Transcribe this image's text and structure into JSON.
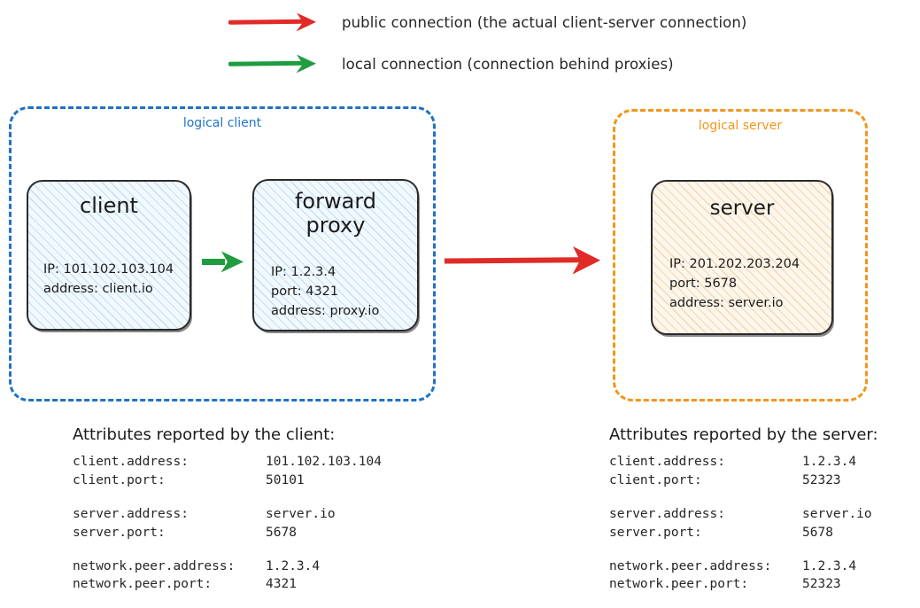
{
  "legend": {
    "items": [
      {
        "arrow_color": "#e02b27",
        "label": "public connection (the actual client-server connection)",
        "icon": "red-arrow-icon"
      },
      {
        "arrow_color": "#1f9c3f",
        "label": "local connection (connection behind proxies)",
        "icon": "green-arrow-icon"
      }
    ]
  },
  "diagram": {
    "logical_client": {
      "label": "logical client",
      "border_color": "#1f72c4",
      "nodes": [
        {
          "title": "client",
          "lines": "IP: 101.102.103.104\naddress: client.io"
        },
        {
          "title": "forward\nproxy",
          "lines": "IP: 1.2.3.4\nport: 4321\naddress: proxy.io"
        }
      ]
    },
    "logical_server": {
      "label": "logical server",
      "border_color": "#f0961a",
      "nodes": [
        {
          "title": "server",
          "lines": "IP: 201.202.203.204\nport: 5678\naddress: server.io"
        }
      ]
    },
    "connections": [
      {
        "name": "local-connection-client-to-proxy",
        "color": "#1f9c3f",
        "type": "local"
      },
      {
        "name": "public-connection-proxy-to-server",
        "color": "#e02b27",
        "type": "public"
      }
    ]
  },
  "attributes": {
    "client": {
      "heading": "Attributes reported by the client:",
      "groups": [
        [
          {
            "key": "client.address:",
            "value": "101.102.103.104"
          },
          {
            "key": "client.port:",
            "value": "50101"
          }
        ],
        [
          {
            "key": "server.address:",
            "value": "server.io"
          },
          {
            "key": "server.port:",
            "value": "5678"
          }
        ],
        [
          {
            "key": "network.peer.address:",
            "value": "1.2.3.4"
          },
          {
            "key": "network.peer.port:",
            "value": "4321"
          }
        ]
      ]
    },
    "server": {
      "heading": "Attributes reported by the server:",
      "groups": [
        [
          {
            "key": "client.address:",
            "value": "1.2.3.4"
          },
          {
            "key": "client.port:",
            "value": "52323"
          }
        ],
        [
          {
            "key": "server.address:",
            "value": "server.io"
          },
          {
            "key": "server.port:",
            "value": "5678"
          }
        ],
        [
          {
            "key": "network.peer.address:",
            "value": "1.2.3.4"
          },
          {
            "key": "network.peer.port:",
            "value": "52323"
          }
        ]
      ]
    }
  }
}
